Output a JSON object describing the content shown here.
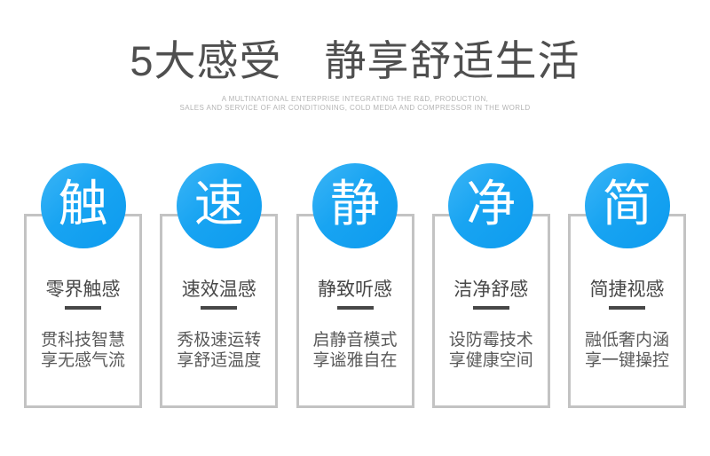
{
  "header": {
    "title": "5大感受　静享舒适生活",
    "subtitle_line1": "A MULTINATIONAL ENTERPRISE INTEGRATING THE R&D, PRODUCTION,",
    "subtitle_line2": "SALES AND SERVICE OF AIR CONDITIONING, COLD MEDIA AND COMPRESSOR IN THE WORLD"
  },
  "colors": {
    "accent_blue": "#18a4f2",
    "accent_blue_light": "#3cb5f6",
    "accent_blue_dark": "#0d9bee",
    "card_border": "#c3c3c3",
    "title_gray": "#4f4f4f",
    "subtitle_gray": "#b4b4b4",
    "text_dark": "#484848",
    "text_body": "#5a5a5a",
    "divider_gray": "#474747"
  },
  "features": [
    {
      "badge": "触",
      "title": "零界触感",
      "desc_line1": "贯科技智慧",
      "desc_line2": "享无感气流"
    },
    {
      "badge": "速",
      "title": "速效温感",
      "desc_line1": "秀极速运转",
      "desc_line2": "享舒适温度"
    },
    {
      "badge": "静",
      "title": "静致听感",
      "desc_line1": "启静音模式",
      "desc_line2": "享谧雅自在"
    },
    {
      "badge": "净",
      "title": "洁净舒感",
      "desc_line1": "设防霉技术",
      "desc_line2": "享健康空间"
    },
    {
      "badge": "简",
      "title": "简捷视感",
      "desc_line1": "融低奢内涵",
      "desc_line2": "享一键操控"
    }
  ]
}
